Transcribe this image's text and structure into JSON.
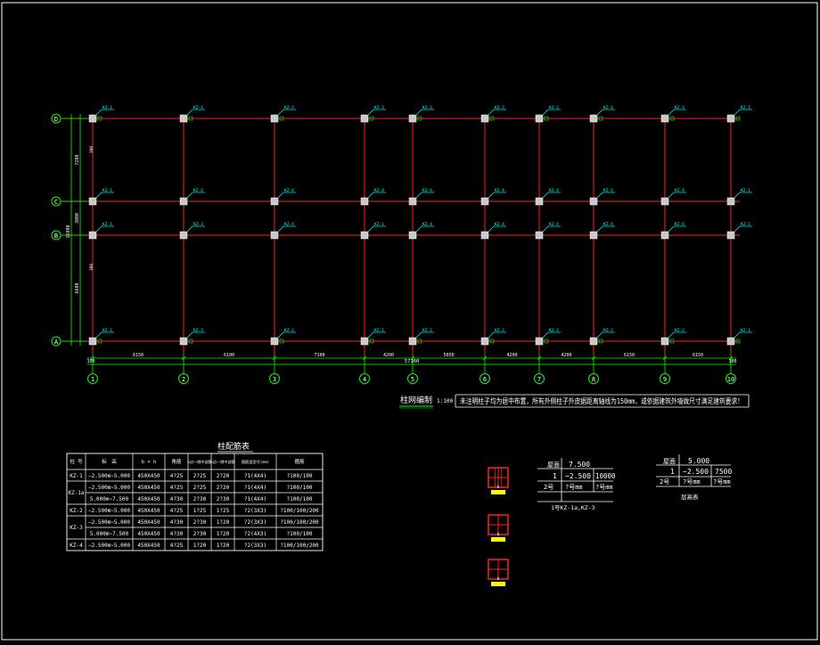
{
  "plan": {
    "row_axes": [
      "D",
      "C",
      "B",
      "A"
    ],
    "col_axes": [
      "1",
      "2",
      "3",
      "4",
      "5",
      "6",
      "7",
      "8",
      "9",
      "10"
    ],
    "top_col_tags": [
      "KZ-1",
      "KZ-3",
      "KZ-3",
      "KZ-3",
      "KZ-3",
      "KZ-3",
      "KZ-3",
      "KZ-3",
      "KZ-3",
      "KZ-1"
    ],
    "c_col_tags": [
      "KZ-1",
      "KZ-4",
      "KZ-4",
      "KZ-4",
      "KZ-4",
      "KZ-4",
      "KZ-4",
      "KZ-4",
      "KZ-4",
      "KZ-1"
    ],
    "b_col_tags": [
      "KZ-1",
      "KZ-3",
      "KZ-4",
      "KZ-1",
      "KZ-4",
      "KZ-4",
      "KZ-4",
      "KZ-4",
      "KZ-4",
      "KZ-1"
    ],
    "a_col_tags": [
      "KZ-1",
      "KZ-3",
      "KZ-3",
      "KZ-1",
      "KZ-2",
      "KZ-2",
      "KZ-2",
      "KZ-2",
      "KZ-2",
      "KZ-1"
    ],
    "bay_dims": [
      "6150",
      "6100",
      "7100",
      "4200",
      "5050",
      "4200",
      "4200",
      "6150",
      "6150"
    ],
    "total_dim": "57100",
    "edge_dim": "100",
    "vert_dims": [
      "7200",
      "3000",
      "6600"
    ],
    "vert_total": "16800",
    "side_marks": [
      "300",
      "300"
    ],
    "plan_title": "柱网编制",
    "plan_scale": "1:100",
    "note": "未注明柱子均为居中布置，所有外侧柱子外皮据距离轴线为150mm，或依据建筑外墙做尺寸满足建筑要求！"
  },
  "table": {
    "title": "柱配筋表",
    "headers": [
      "柱 号",
      "标　高",
      "b × h",
      "角筋",
      "b边一侧中部筋",
      "h边一侧中部筋",
      "箍筋类型号(mm)",
      "箍筋"
    ],
    "rows": [
      [
        "KZ-1",
        "−2.500m~5.000",
        "450X450",
        "4?25",
        "2?25",
        "2?20",
        "?1(4X4)",
        "?100/100"
      ],
      [
        "KZ-1a",
        "−2.500m~5.000",
        "450X450",
        "4?25",
        "2?25",
        "2?20",
        "?1(4X4)",
        "?100/100"
      ],
      [
        "",
        "5.000m~7.500",
        "450X450",
        "4?30",
        "2?30",
        "2?30",
        "?1(4X4)",
        "?100/100"
      ],
      [
        "KZ-2",
        "−2.500m~5.000",
        "450X450",
        "4?25",
        "1?25",
        "1?25",
        "?2(3X3)",
        "?100/100/200"
      ],
      [
        "KZ-3",
        "−2.500m~5.000",
        "450X450",
        "4?30",
        "2?30",
        "1?20",
        "?2(3X3)",
        "?100/100/200"
      ],
      [
        "",
        "5.000m~7.500",
        "450X450",
        "4?30",
        "2?30",
        "1?20",
        "?2(4X3)",
        "?100/100"
      ],
      [
        "KZ-4",
        "−2.500m~5.000",
        "450X450",
        "4?25",
        "1?20",
        "1?20",
        "?2(3X3)",
        "?100/100/200"
      ]
    ]
  },
  "level_table_1": {
    "header_label": "屋面",
    "header_value": "7.500",
    "row_num": "1",
    "row_elev": "−2.500",
    "row_h": "10000",
    "foot_a": "2号",
    "foot_b": "?号mm",
    "foot_c": "?号mm",
    "caption": "1号KZ-1a,KZ-3"
  },
  "level_table_2": {
    "header_label": "屋面",
    "header_value": "5.000",
    "row_num": "1",
    "row_elev": "−2.500",
    "row_h": "7500",
    "foot_a": "2号",
    "foot_b": "?号mm",
    "foot_c": "?号mm",
    "caption": "层高表"
  },
  "section_labels": [
    "b",
    "b",
    "b"
  ],
  "colors": {
    "background": "#000000",
    "axis_line": "#ff2020",
    "dim_line": "#00ff00",
    "label": "#00ffff",
    "text": "#ffffff",
    "column": "#c8c8c8",
    "tag_marker": "#ffff00"
  }
}
